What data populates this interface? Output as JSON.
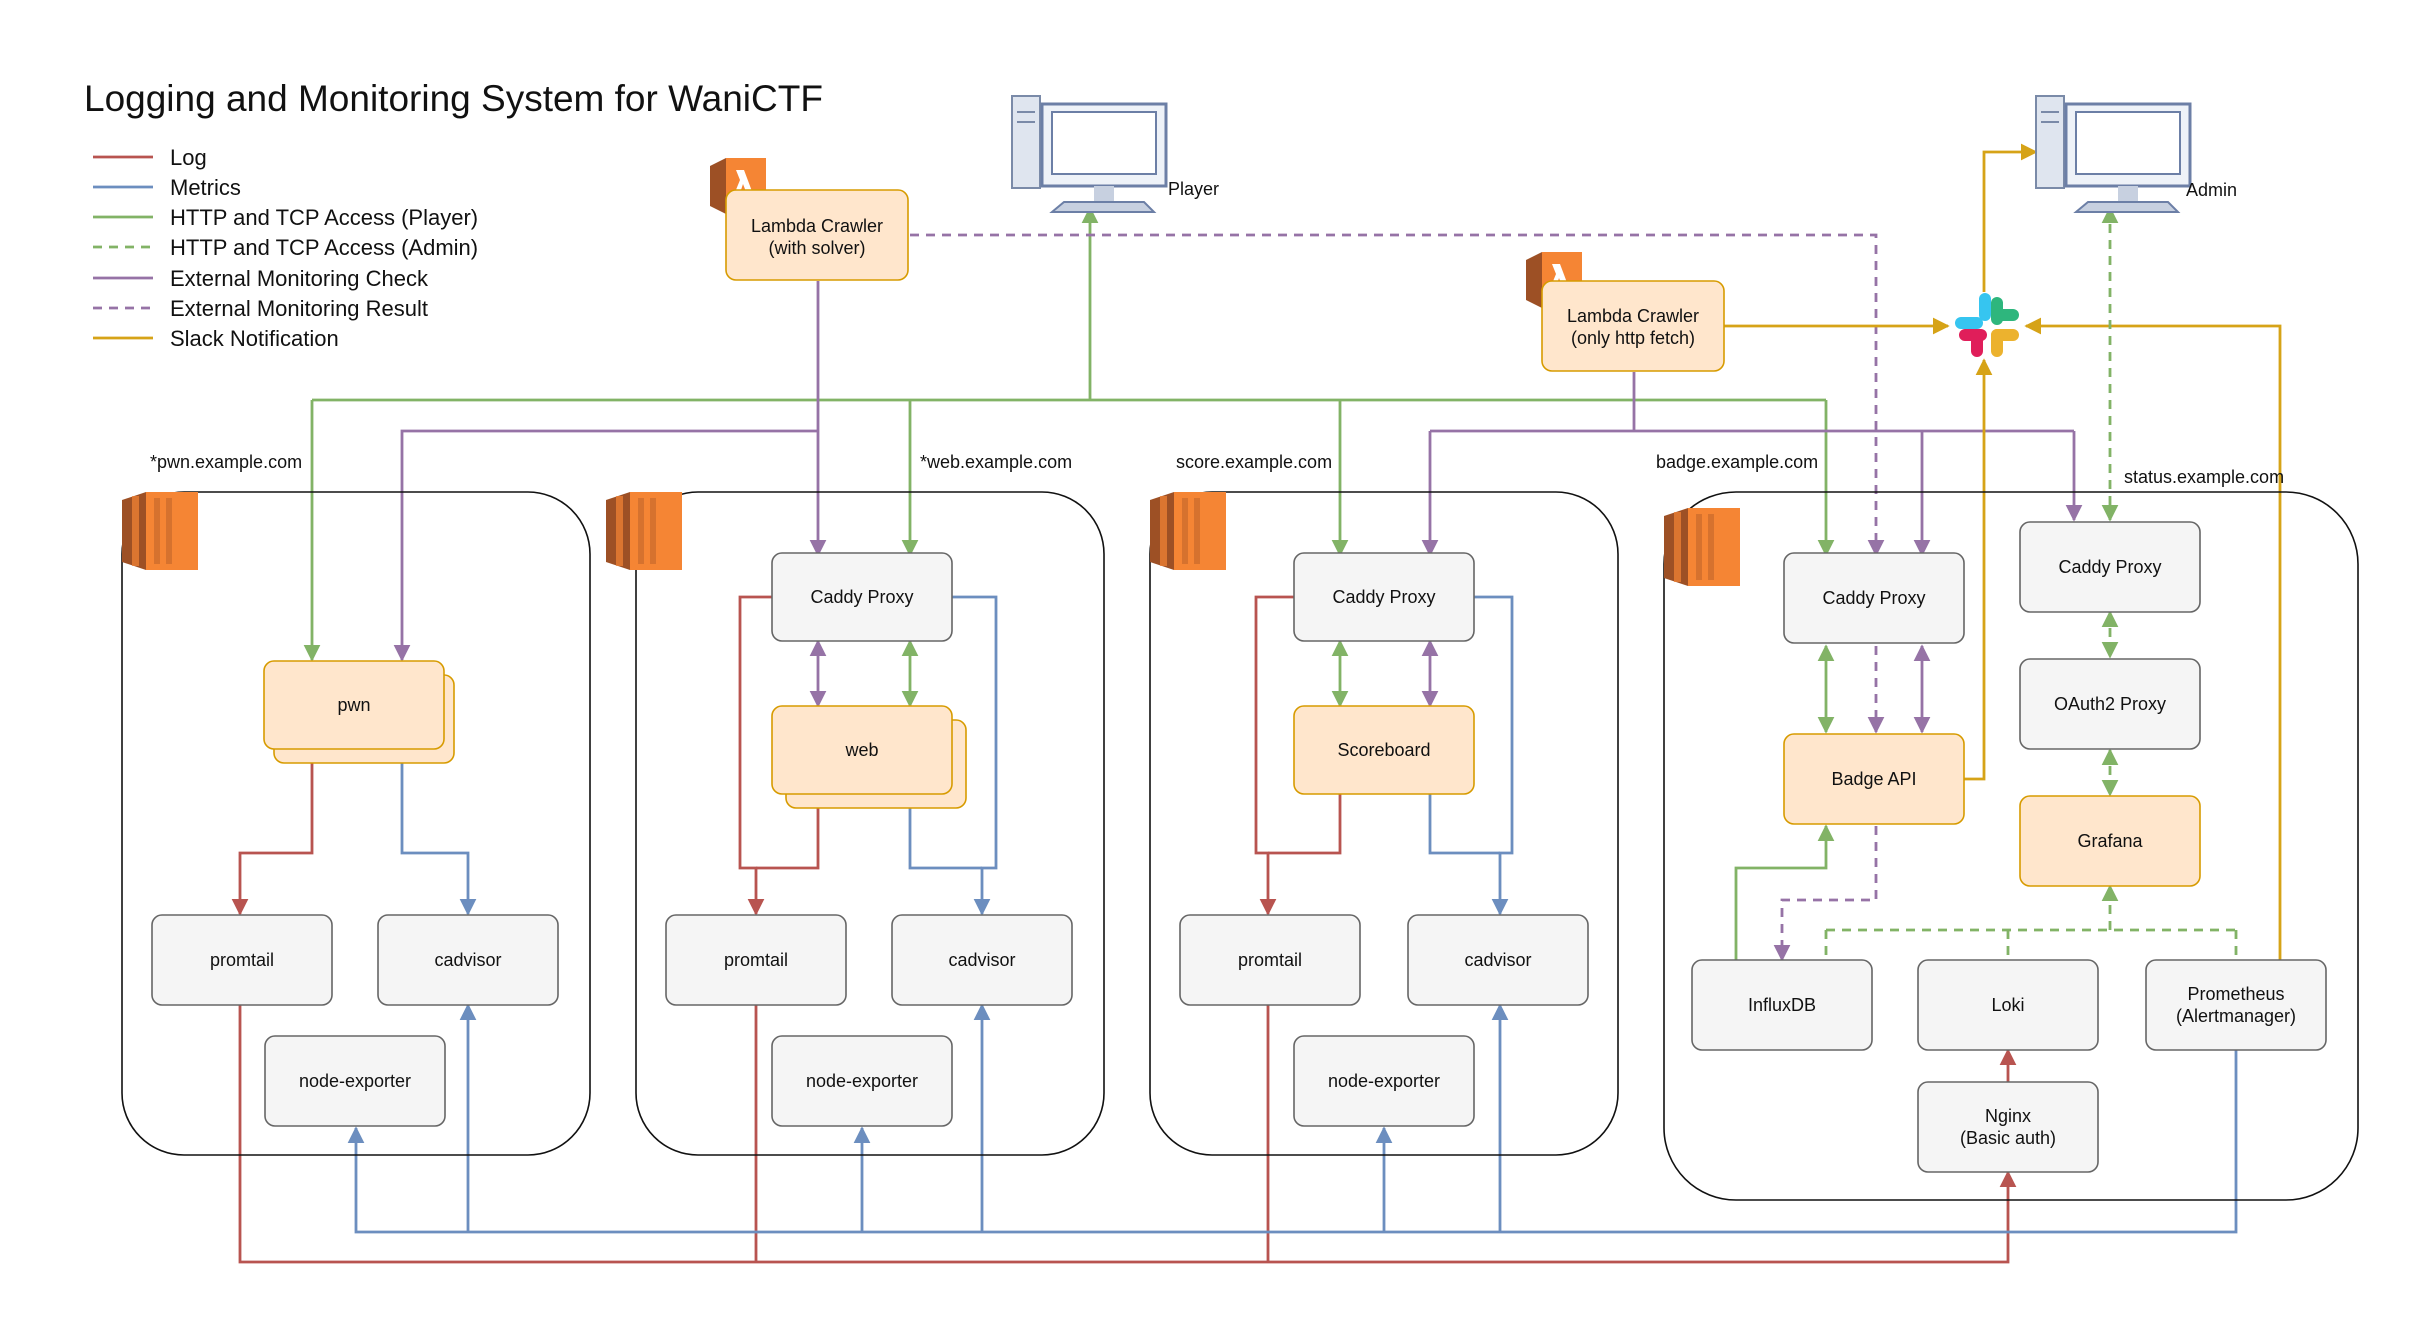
{
  "title": "Logging and Monitoring System for WaniCTF",
  "legend": [
    {
      "label": "Log",
      "color": "#b85450",
      "style": "solid"
    },
    {
      "label": "Metrics",
      "color": "#6c8ebf",
      "style": "solid"
    },
    {
      "label": "HTTP and TCP Access (Player)",
      "color": "#82b366",
      "style": "solid"
    },
    {
      "label": "HTTP and TCP Access (Admin)",
      "color": "#82b366",
      "style": "dashed"
    },
    {
      "label": "External Monitoring Check",
      "color": "#9673a6",
      "style": "solid"
    },
    {
      "label": "External Monitoring Result",
      "color": "#9673a6",
      "style": "dashed"
    },
    {
      "label": "Slack Notification",
      "color": "#d6a317",
      "style": "solid"
    }
  ],
  "actors": {
    "player": "Player",
    "admin": "Admin"
  },
  "lambdas": {
    "solver": {
      "line1": "Lambda Crawler",
      "line2": "(with solver)"
    },
    "http": {
      "line1": "Lambda Crawler",
      "line2": "(only http fetch)"
    }
  },
  "hosts": {
    "pwn": {
      "domain": "*pwn.example.com",
      "app": "pwn",
      "promtail": "promtail",
      "cadvisor": "cadvisor",
      "node_exporter": "node-exporter"
    },
    "web": {
      "domain": "*web.example.com",
      "proxy": "Caddy Proxy",
      "app": "web",
      "promtail": "promtail",
      "cadvisor": "cadvisor",
      "node_exporter": "node-exporter"
    },
    "score": {
      "domain": "score.example.com",
      "proxy": "Caddy Proxy",
      "app": "Scoreboard",
      "promtail": "promtail",
      "cadvisor": "cadvisor",
      "node_exporter": "node-exporter"
    },
    "monitor": {
      "badge_domain": "badge.example.com",
      "status_domain": "status.example.com",
      "badge_proxy": "Caddy Proxy",
      "badge_api": "Badge API",
      "status_proxy": "Caddy Proxy",
      "oauth2": "OAuth2 Proxy",
      "grafana": "Grafana",
      "influxdb": "InfluxDB",
      "loki": "Loki",
      "prometheus_line1": "Prometheus",
      "prometheus_line2": "(Alertmanager)",
      "nginx_line1": "Nginx",
      "nginx_line2": "(Basic auth)"
    }
  },
  "icons": {
    "aws_ec2": "aws-ec2-instance-icon",
    "aws_lambda": "aws-lambda-icon",
    "computer": "desktop-computer-icon",
    "slack": "slack-logo-icon"
  },
  "colors": {
    "log": "#b85450",
    "metrics": "#6c8ebf",
    "access": "#82b366",
    "monitoring": "#9673a6",
    "slack": "#d6a317",
    "app_fill": "#ffe6cc",
    "app_stroke": "#d79b00",
    "service_fill": "#f5f5f5",
    "service_stroke": "#666666",
    "aws_orange": "#f58534"
  }
}
